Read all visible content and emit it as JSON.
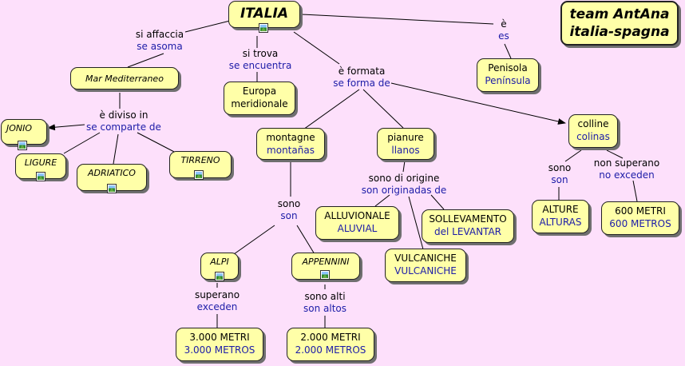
{
  "concepts": {
    "italia": "ITALIA",
    "team_line1": "team AntAna",
    "team_line2": "italia-spagna",
    "mar": "Mar Mediterraneo",
    "europa_1": "Europa",
    "europa_2": "meridionale",
    "penisola_it": "Penisola",
    "penisola_es": "Península",
    "jonio": "JONIO",
    "ligure": "LIGURE",
    "adriatico": "ADRIATICO",
    "tirreno": "TIRRENO",
    "montagne_it": "montagne",
    "montagne_es": "montañas",
    "pianure_it": "pianure",
    "pianure_es": "llanos",
    "colline_it": "colline",
    "colline_es": "colinas",
    "alluvionale_it": "ALLUVIONALE",
    "alluvionale_es": "ALUVIAL",
    "sollevamento_it": "SOLLEVAMENTO",
    "sollevamento_es": "del LEVANTAR",
    "vulcaniche_it": "VULCANICHE",
    "vulcaniche_es": "VULCANICHE",
    "alture_it": "ALTURE",
    "alture_es": "ALTURAS",
    "seicento_it": "600 METRI",
    "seicento_es": "600 METROS",
    "alpi": "ALPI",
    "appennini": "APPENNINI",
    "tremila_it": "3.000 METRI",
    "tremila_es": "3.000 METROS",
    "duemila_it": "2.000 METRI",
    "duemila_es": "2.000 METROS"
  },
  "links": {
    "si_affaccia_it": "si affaccia",
    "si_affaccia_es": "se asoma",
    "si_trova_it": "si trova",
    "si_trova_es": "se encuentra",
    "e_formata_it": "è formata",
    "e_formata_es": "se forma de",
    "e_it": "è",
    "e_es": "es",
    "diviso_it": "è diviso in",
    "diviso_es": "se comparte de",
    "sono_it": "sono",
    "sono_es": "son",
    "origine_it": "sono di origine",
    "origine_es": "son originadas de",
    "sono2_it": "sono",
    "sono2_es": "son",
    "non_superano_it": "non superano",
    "non_superano_es": "no exceden",
    "superano_it": "superano",
    "superano_es": "exceden",
    "sono_alti_it": "sono alti",
    "sono_alti_es": "son altos"
  },
  "colors": {
    "background": "#fde0fb",
    "node": "#ffffa8",
    "spanish_text": "#1c1ca8"
  },
  "icons": [
    "image-icon"
  ]
}
